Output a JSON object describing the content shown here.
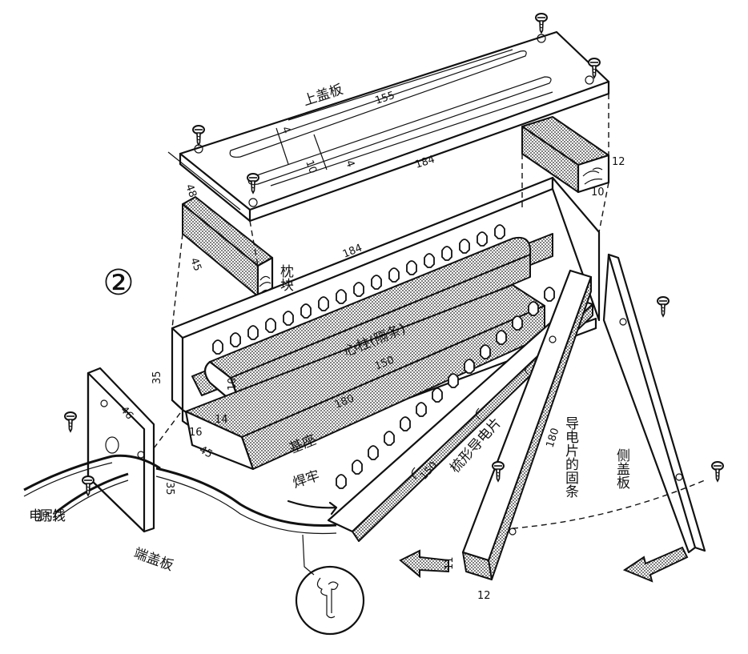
{
  "figure_number": "②",
  "labels": {
    "top_cover": "上盖板",
    "pillow_block": "枕块",
    "core_column": "心柱(隔条)",
    "base_block": "基座",
    "end_cover": "端盖板",
    "side_cover": "侧盖板",
    "comb_conductor": "梳形导电片",
    "conductor_bar": "导电片的固条",
    "power_wire": "电源引线",
    "solder": "焊牢"
  },
  "dimensions": {
    "d155": "155",
    "d184_top": "184",
    "d184_front": "184",
    "d48": "48",
    "d4a": "4",
    "d10_slot": "10",
    "d4b": "4",
    "d12_block": "12",
    "d10_block": "10",
    "d45_pillow": "45",
    "d150_core": "150",
    "d35_front": "35",
    "d180_base": "180",
    "d10_core": "10",
    "d14": "14",
    "d46": "46",
    "d16": "16",
    "d45_base": "45",
    "d35_end": "35",
    "d150_comb": "150",
    "d180_bar": "180",
    "d11": "11",
    "d12_bar": "12"
  },
  "colors": {
    "ink": "#111111",
    "paper": "#ffffff"
  },
  "icons": [
    "screw-icon",
    "arrow-icon",
    "detail-circle-icon"
  ]
}
